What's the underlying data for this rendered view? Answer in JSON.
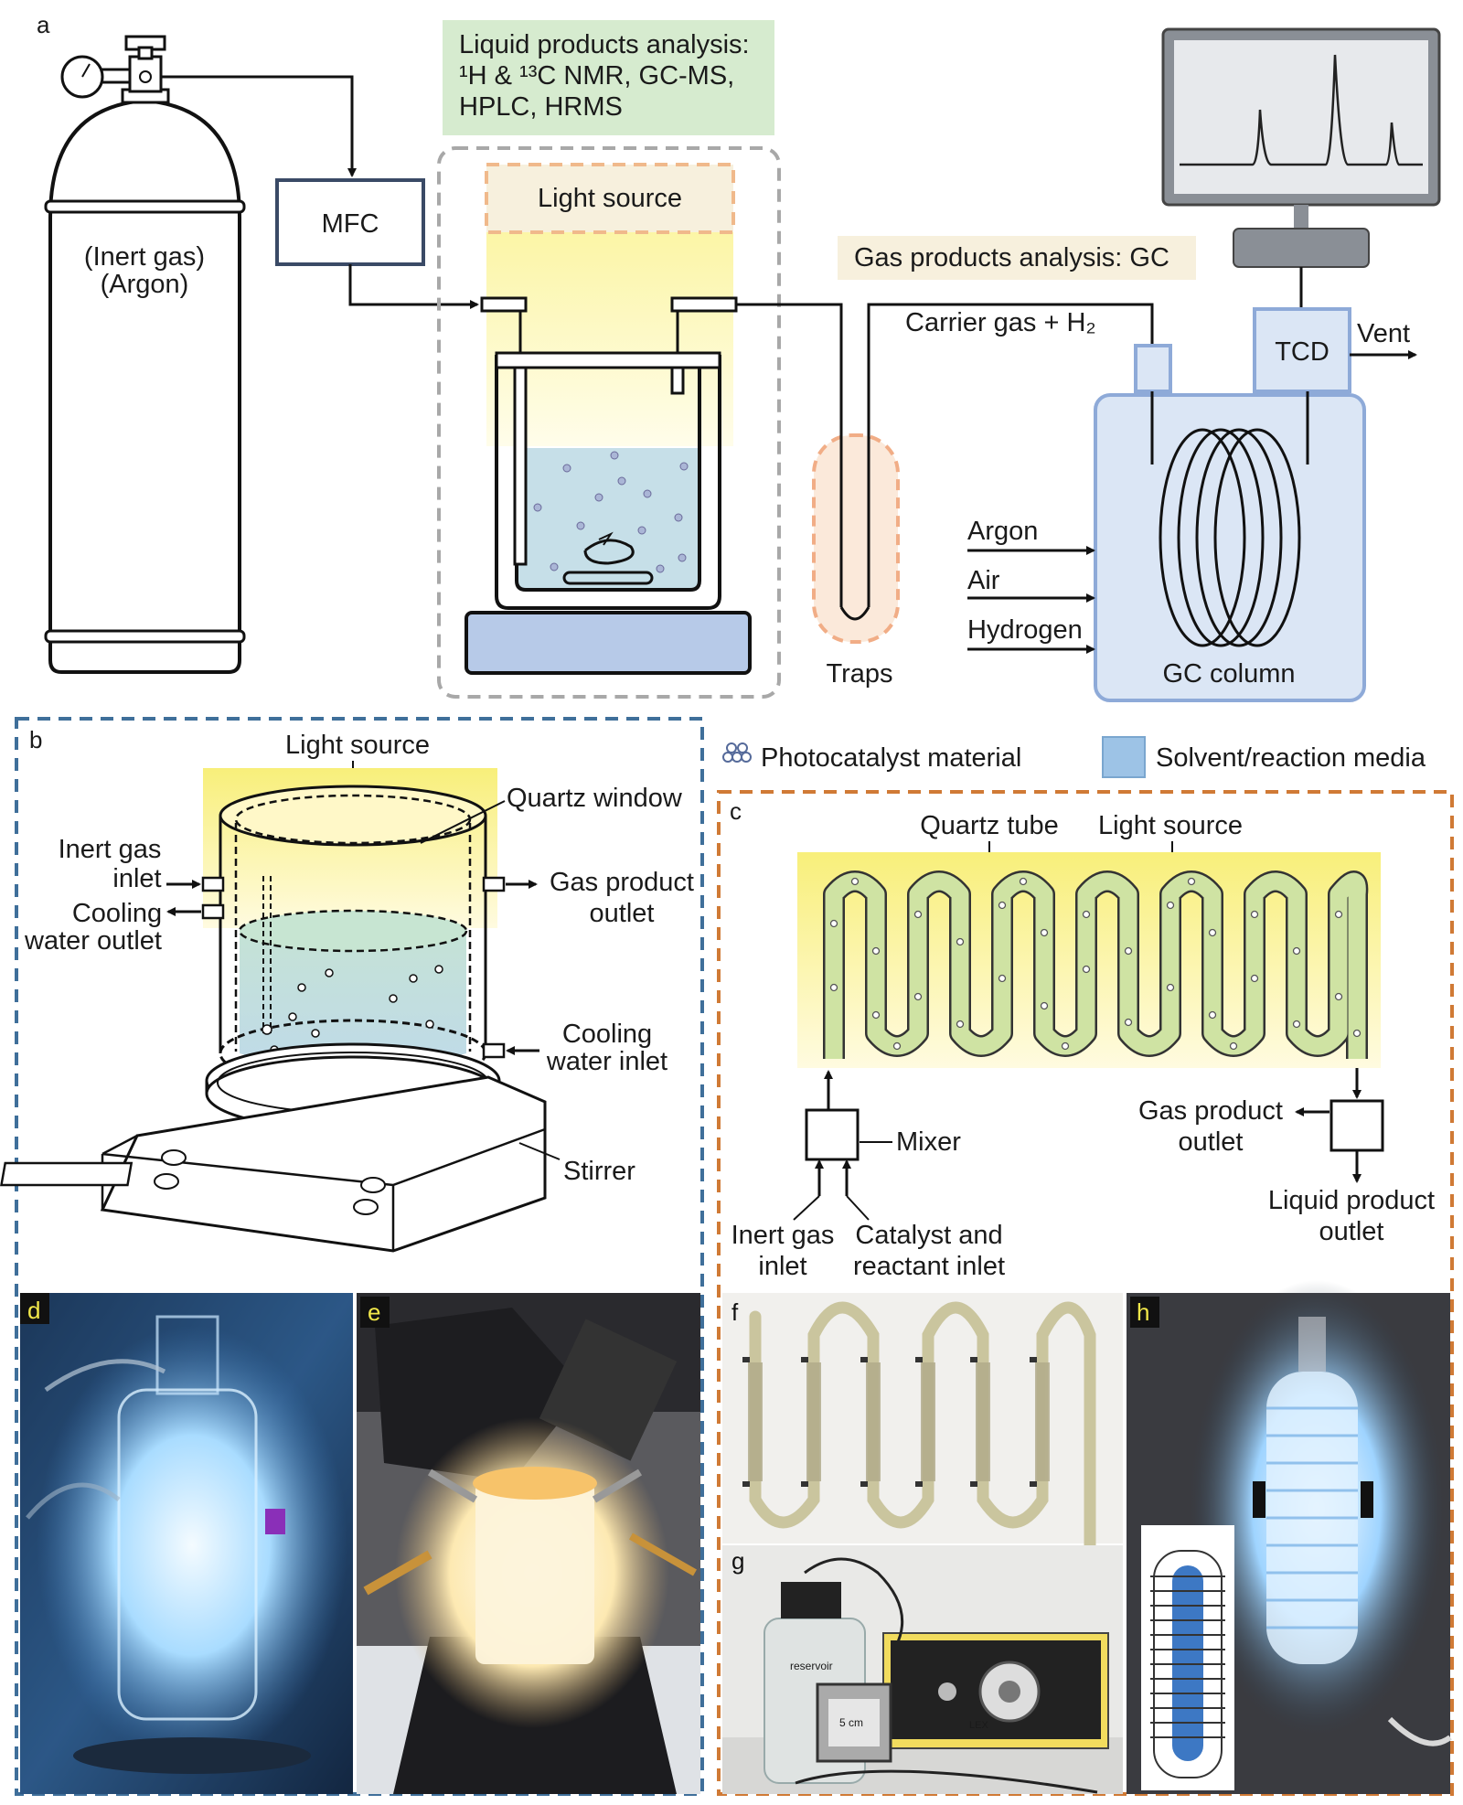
{
  "panel_labels": {
    "a": "a",
    "b": "b",
    "c": "c",
    "d": "d",
    "e": "e",
    "f": "f",
    "g": "g",
    "h": "h"
  },
  "panel_a": {
    "cylinder_label_1": "(Inert gas)",
    "cylinder_label_2": "(Argon)",
    "mfc": "MFC",
    "liquid_analysis_line1": "Liquid products analysis:",
    "liquid_analysis_line2": "¹H & ¹³C NMR, GC-MS,",
    "liquid_analysis_line3": "HPLC, HRMS",
    "light_source": "Light source",
    "gas_analysis": "Gas products analysis: GC",
    "carrier_gas": "Carrier gas + H₂",
    "tcd": "TCD",
    "vent": "Vent",
    "argon": "Argon",
    "air": "Air",
    "hydrogen": "Hydrogen",
    "gc_column": "GC column",
    "traps": "Traps"
  },
  "panel_b": {
    "light_source": "Light source",
    "quartz_window": "Quartz window",
    "inert_gas_1": "Inert gas",
    "inert_gas_2": "inlet",
    "cooling_out_1": "Cooling",
    "cooling_out_2": "water outlet",
    "gas_product_1": "Gas product",
    "gas_product_2": "outlet",
    "cooling_in_1": "Cooling",
    "cooling_in_2": "water inlet",
    "stirrer": "Stirrer"
  },
  "legend": {
    "photocatalyst": "Photocatalyst material",
    "solvent": "Solvent/reaction media"
  },
  "panel_c": {
    "quartz_tube": "Quartz tube",
    "light_source": "Light source",
    "mixer": "Mixer",
    "gas_product_1": "Gas product",
    "gas_product_2": "outlet",
    "liquid_product_1": "Liquid product",
    "liquid_product_2": "outlet",
    "inert_gas_1": "Inert gas",
    "inert_gas_2": "inlet",
    "catalyst_1": "Catalyst and",
    "catalyst_2": "reactant inlet"
  },
  "photos": {
    "g_reservoir": "reservoir",
    "g_scale": "5 cm",
    "g_brand": "LEX"
  },
  "colors": {
    "light_yellow": "#fbf49a",
    "liquid_blue": "#c6dfe8",
    "mfc_border": "#3a4a66",
    "gc_fill": "#dbe6f5",
    "gc_border": "#8eaad8",
    "green_box": "#d6ebcf",
    "beige_box": "#f7f0dd",
    "trap_orange": "#f6c9a7",
    "panel_b_dash": "#3f6f9a",
    "panel_c_dash": "#d07a35",
    "legend_blue": "#9dc3e6"
  }
}
